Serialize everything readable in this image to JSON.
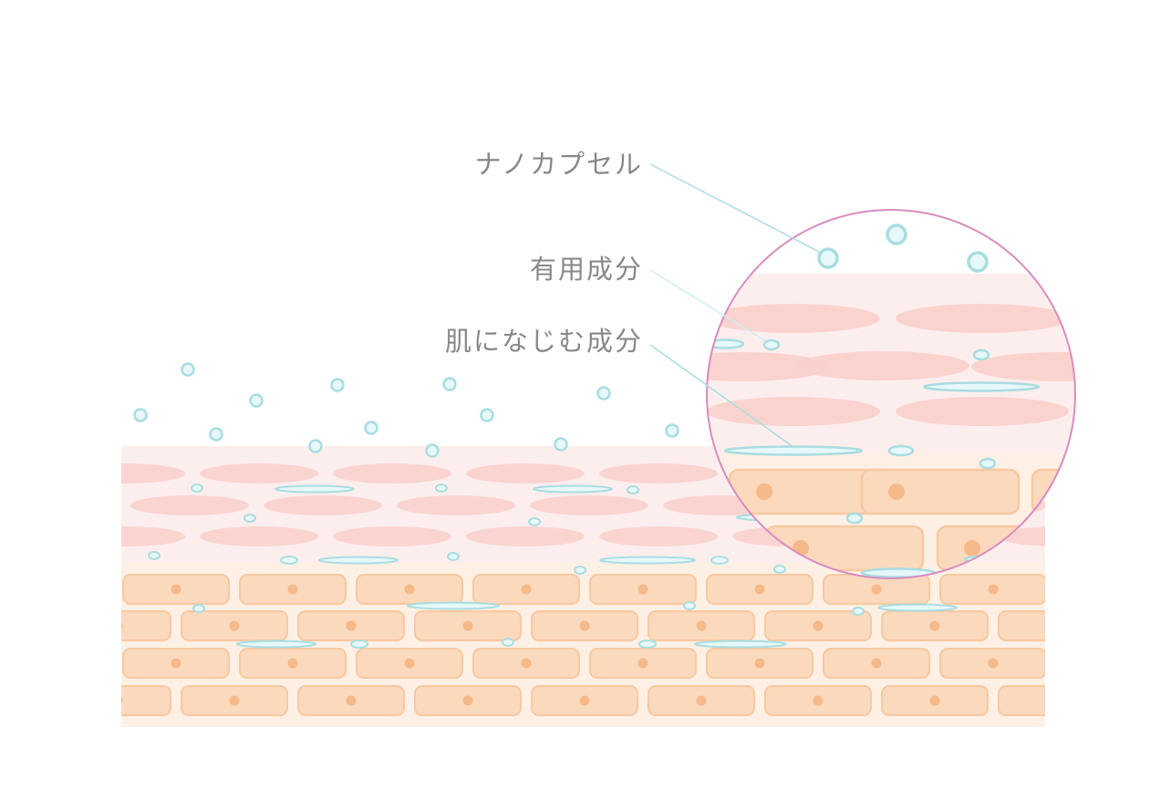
{
  "diagram": {
    "labels": {
      "nanocapsule": "ナノカプセル",
      "active_ingredient": "有用成分",
      "skin_friendly_ingredient": "肌になじむ成分"
    },
    "colors": {
      "background": "#ffffff",
      "stratum_corneum_fill": "#fdeeee",
      "stratum_corneum_cell": "#f9cfcb",
      "epidermis_fill": "#fef0e5",
      "epidermis_cell": "#fbd9bd",
      "epidermis_nucleus": "#f5b98a",
      "capsule_fill": "#e6f8f9",
      "capsule_stroke": "#a9dde0",
      "leader_line": "#a9dde0",
      "magnifier_ring": "#d98cc0",
      "label_text": "#888888"
    }
  }
}
